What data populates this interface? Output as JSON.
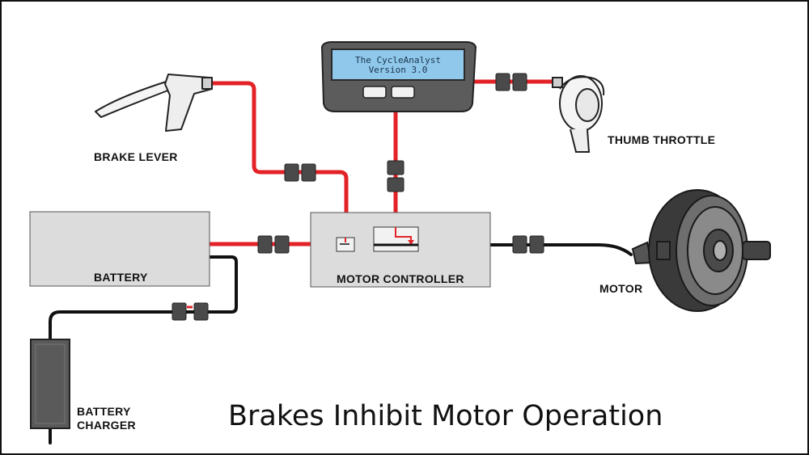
{
  "colors": {
    "wire_signal": "#e32228",
    "wire_power": "#111111",
    "box_fill": "#dcdcdc",
    "connector": "#4a4a4a",
    "lcd_screen": "#8fc8ea"
  },
  "display": {
    "line1": "The CycleAnalyst",
    "line2": "Version 3.0"
  },
  "labels": {
    "brake_lever": "BRAKE LEVER",
    "thumb_throttle": "THUMB THROTTLE",
    "battery": "BATTERY",
    "motor_controller": "MOTOR CONTROLLER",
    "motor": "MOTOR",
    "battery_charger_line1": "BATTERY",
    "battery_charger_line2": "CHARGER"
  },
  "title": "Brakes Inhibit Motor Operation",
  "icons": {
    "brake": "brake-lever-icon",
    "throttle": "thumb-throttle-icon",
    "display": "cycle-analyst-display-icon",
    "motor": "hub-motor-icon",
    "charger": "battery-charger-icon"
  }
}
